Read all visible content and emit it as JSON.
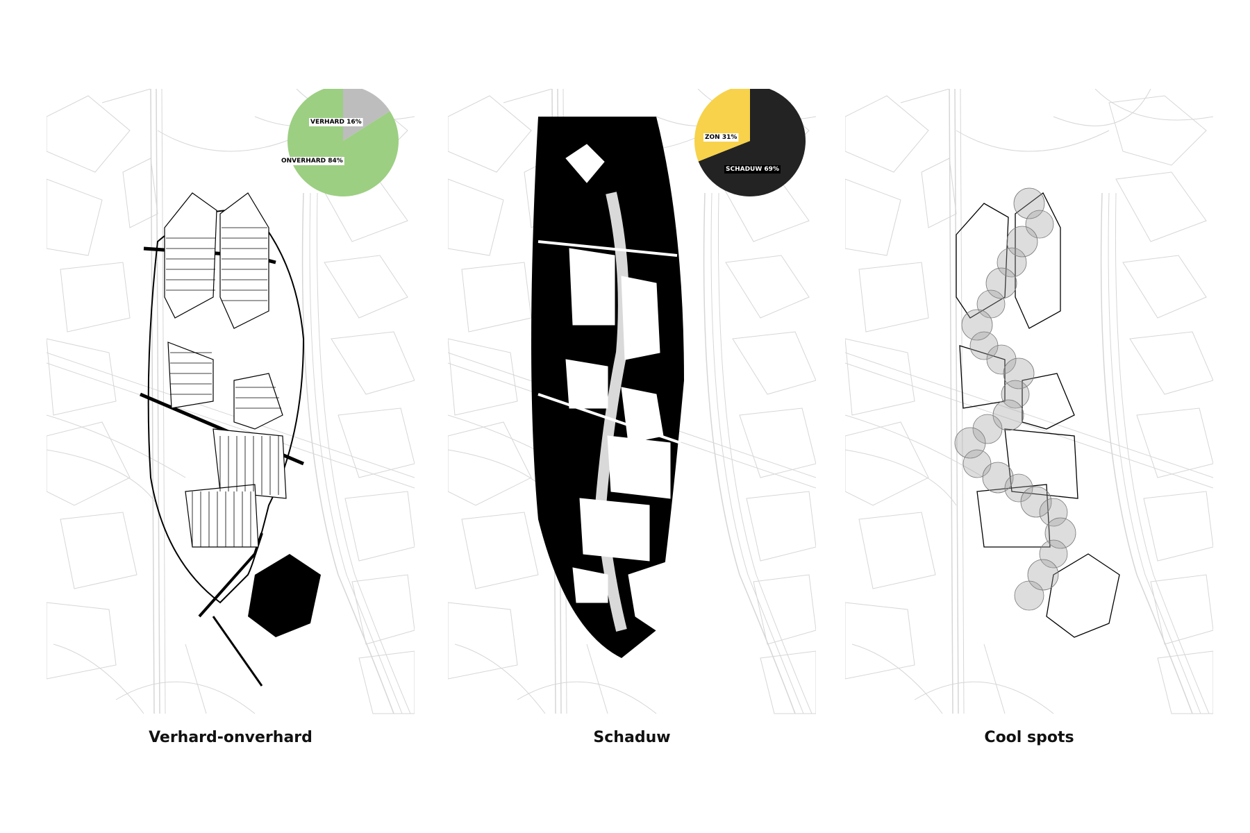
{
  "panels": [
    {
      "caption": "Verhard-onverhard",
      "pie": {
        "slices": [
          {
            "label": "VERHARD 16%",
            "value": 16,
            "color": "#bdbdbd"
          },
          {
            "label": "ONVERHARD 84%",
            "value": 84,
            "color": "#9ccf82"
          }
        ]
      }
    },
    {
      "caption": "Schaduw",
      "pie": {
        "slices": [
          {
            "label": "ZON 31%",
            "value": 31,
            "color": "#f7d24a"
          },
          {
            "label": "SCHADUW 69%",
            "value": 69,
            "color": "#232323"
          }
        ]
      }
    },
    {
      "caption": "Cool spots"
    }
  ],
  "colors": {
    "background_map": "#d9d9d9",
    "site_outline": "#000000",
    "cool_spot_fill": "#9e9e9e"
  }
}
